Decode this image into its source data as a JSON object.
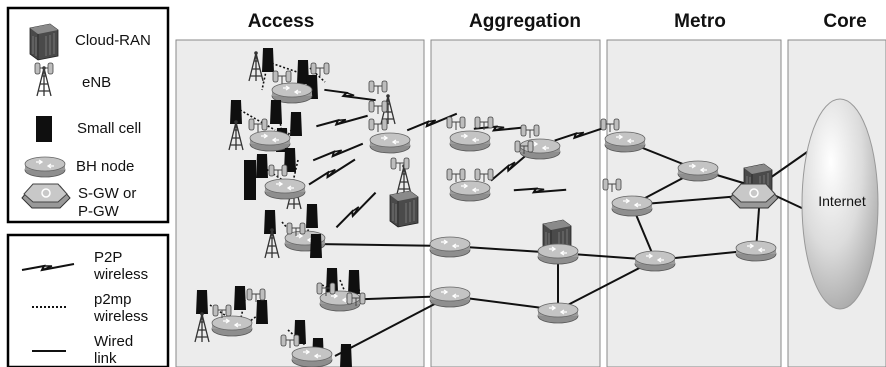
{
  "headers": {
    "access": "Access",
    "aggregation": "Aggregation",
    "metro": "Metro",
    "core": "Core"
  },
  "legend_devices": {
    "cloud_ran": "Cloud-RAN",
    "enb": "eNB",
    "small_cell": "Small cell",
    "bh_node": "BH node",
    "gw_line1": "S-GW or",
    "gw_line2": "P-GW"
  },
  "legend_links": {
    "p2p_line1": "P2P",
    "p2p_line2": "wireless",
    "p2mp_line1": "p2mp",
    "p2mp_line2": "wireless",
    "wired_line1": "Wired",
    "wired_line2": "link"
  },
  "core": {
    "internet_label": "Internet"
  },
  "colors": {
    "zone_fill": "#ececec",
    "zone_stroke": "#8a8a8a",
    "node_fill": "#a9a9a9",
    "rack_fill": "#555555",
    "cell_fill": "#0f0f0f",
    "link": "#111111"
  }
}
